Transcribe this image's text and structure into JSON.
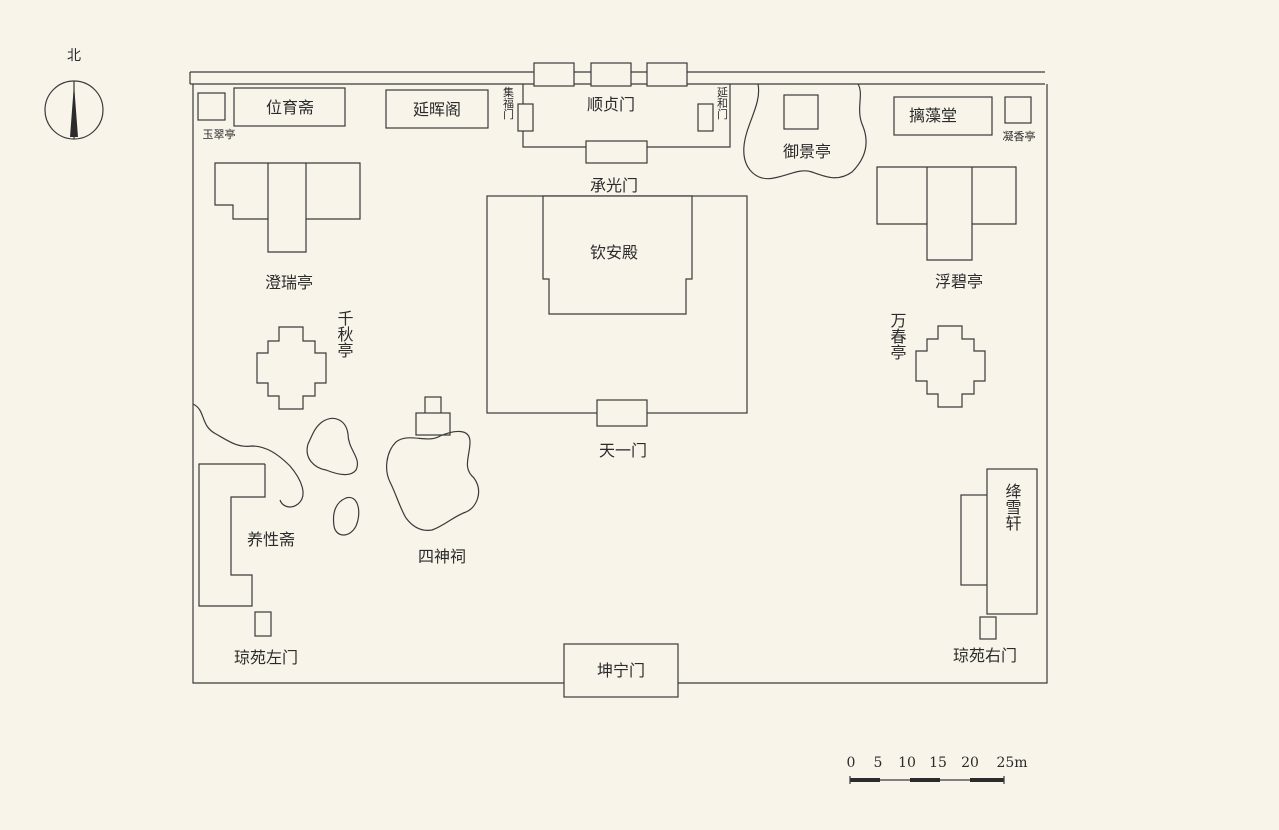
{
  "north_label": "北",
  "labels": {
    "yucuiting": "玉翠亭",
    "weiyuzhai": "位育斋",
    "yanhuige": "延晖阁",
    "jifumen": "集福门",
    "shunzhenmen": "顺贞门",
    "yanhemen": "延和门",
    "yujingting": "御景亭",
    "chizaotang": "摛藻堂",
    "ningxiangting": "凝香亭",
    "chengguangmen": "承光门",
    "qinandian": "钦安殿",
    "chengruiting": "澄瑞亭",
    "fubiting": "浮碧亭",
    "qianqiuting": "千秋亭",
    "wanchunting": "万春亭",
    "tianyimen": "天一门",
    "yangxingzhai": "养性斋",
    "sishenci": "四神祠",
    "jiangxuexuan": "绛雪轩",
    "qiongyuanzuomen": "琼苑左门",
    "qiongyuanyoumen": "琼苑右门",
    "kunningmen": "坤宁门"
  },
  "scale_bar": {
    "ticks": [
      "0",
      "5",
      "10",
      "15",
      "20"
    ],
    "end_label": "25m"
  }
}
